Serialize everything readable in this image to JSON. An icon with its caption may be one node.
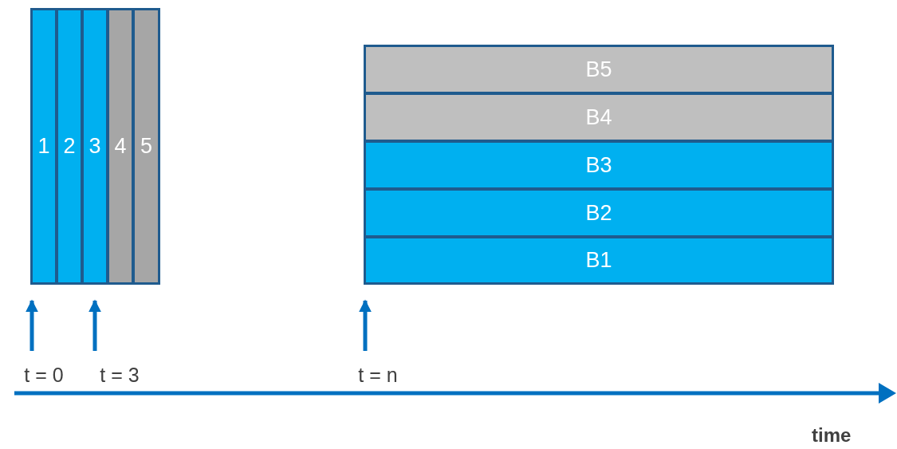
{
  "diagram": {
    "nodes": [
      {
        "text": [
          "1"
        ]
      },
      {
        "text": [
          "2"
        ]
      },
      {
        "text": [
          "3"
        ]
      },
      {
        "text": [
          "4"
        ]
      },
      {
        "text": [
          "5"
        ]
      },
      {
        "text": [
          "B5"
        ]
      },
      {
        "text": [
          "B4"
        ]
      },
      {
        "text": [
          "B3"
        ]
      },
      {
        "text": [
          "B2"
        ]
      },
      {
        "text": [
          "B1"
        ]
      },
      {
        "text": [
          "t = 0"
        ]
      },
      {
        "text": [
          "t = 3"
        ]
      },
      {
        "text": [
          "t = n"
        ]
      }
    ],
    "edges": [
      {
        "from": 10,
        "to": 0,
        "arrow": "to"
      },
      {
        "from": 11,
        "to": 2,
        "arrow": "to"
      },
      {
        "from": 12,
        "to": 9,
        "arrow": "to"
      }
    ],
    "labels": [
      "time"
    ]
  }
}
